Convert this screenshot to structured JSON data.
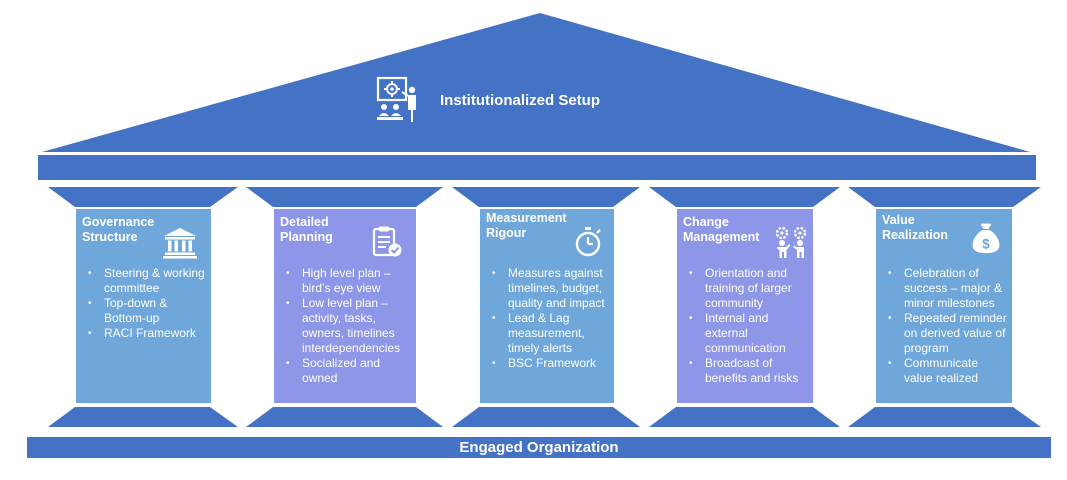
{
  "roof": {
    "title": "Institutionalized Setup",
    "icon": "presentation-icon"
  },
  "base": {
    "label": "Engaged Organization"
  },
  "colors": {
    "dark_blue": "#4472C4",
    "pillar_light_blue": "#6FA7DB",
    "pillar_lavender": "#8E96E8",
    "white": "#FFFFFF"
  },
  "pillars": [
    {
      "title": "Governance Structure",
      "icon": "bank-building-icon",
      "items": [
        "Steering & working committee",
        "Top-down & Bottom-up",
        "RACI Framework"
      ]
    },
    {
      "title": "Detailed Planning",
      "icon": "clipboard-check-icon",
      "items": [
        "High level plan – bird’s eye view",
        "Low level plan – activity, tasks, owners, timelines interdependencies",
        "Socialized and owned"
      ]
    },
    {
      "title": "Measurement Rigour",
      "icon": "stopwatch-icon",
      "items": [
        "Measures against timelines, budget, quality and impact",
        "Lead & Lag measurement, timely alerts",
        "BSC Framework"
      ]
    },
    {
      "title": "Change Management",
      "icon": "people-gears-icon",
      "items": [
        "Orientation and training of larger community",
        "Internal and external communication",
        "Broadcast of benefits and risks"
      ]
    },
    {
      "title": "Value Realization",
      "icon": "money-bag-icon",
      "items": [
        "Celebration of success – major & minor milestones",
        "Repeated reminder on derived value of program",
        "Communicate value realized"
      ]
    }
  ]
}
